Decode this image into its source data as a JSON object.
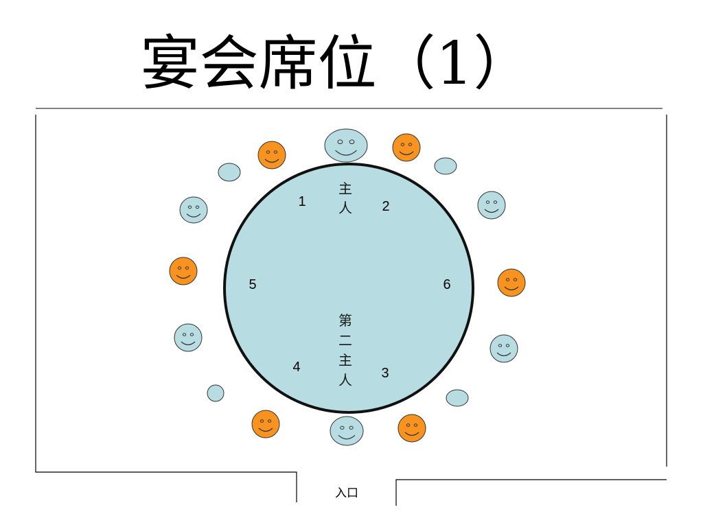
{
  "title": "宴会席位（1）",
  "colors": {
    "table_fill": "#b7dde3",
    "table_stroke": "#111111",
    "guest_blue": "#b7dde3",
    "guest_orange": "#f7931e"
  },
  "table": {
    "host_label": "主人",
    "second_host_label": "第二主人",
    "seat_numbers": [
      "1",
      "2",
      "3",
      "4",
      "5",
      "6"
    ]
  },
  "entrance_label": "入口",
  "guests": [
    {
      "kind": "smiley",
      "color": "blue",
      "size": "large",
      "position": "top-center"
    },
    {
      "kind": "smiley",
      "color": "orange",
      "size": "medium",
      "position": "top-left"
    },
    {
      "kind": "smiley",
      "color": "orange",
      "size": "medium",
      "position": "top-right"
    },
    {
      "kind": "plain",
      "color": "blue",
      "size": "small",
      "position": "upper-left"
    },
    {
      "kind": "plain",
      "color": "blue",
      "size": "small",
      "position": "upper-right"
    },
    {
      "kind": "smiley",
      "color": "blue",
      "size": "medium",
      "position": "left-upper"
    },
    {
      "kind": "smiley",
      "color": "blue",
      "size": "medium",
      "position": "right-upper"
    },
    {
      "kind": "smiley",
      "color": "orange",
      "size": "medium",
      "position": "left"
    },
    {
      "kind": "smiley",
      "color": "orange",
      "size": "medium",
      "position": "right"
    },
    {
      "kind": "smiley",
      "color": "blue",
      "size": "medium",
      "position": "left-lower"
    },
    {
      "kind": "smiley",
      "color": "blue",
      "size": "medium",
      "position": "right-lower"
    },
    {
      "kind": "plain",
      "color": "blue",
      "size": "small",
      "position": "lower-left"
    },
    {
      "kind": "plain",
      "color": "blue",
      "size": "small",
      "position": "lower-right"
    },
    {
      "kind": "smiley",
      "color": "orange",
      "size": "medium",
      "position": "bottom-left"
    },
    {
      "kind": "smiley",
      "color": "orange",
      "size": "medium",
      "position": "bottom-right"
    },
    {
      "kind": "smiley",
      "color": "blue",
      "size": "medium",
      "position": "bottom-center"
    }
  ]
}
